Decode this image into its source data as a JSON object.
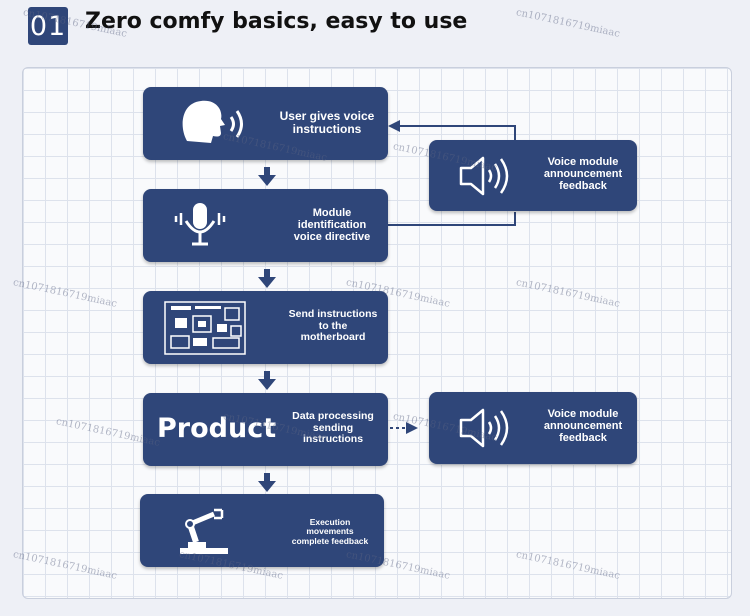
{
  "header": {
    "badge": "01",
    "title": "Zero comfy basics, easy to use"
  },
  "steps": [
    {
      "label": "User gives voice\ninstructions",
      "icon": "user-speaking-icon"
    },
    {
      "label": "Module\nidentification\nvoice directive",
      "icon": "microphone-icon"
    },
    {
      "label": "Send instructions\nto the\nmotherboard",
      "icon": "circuit-board-icon"
    },
    {
      "label": "Data processing\nsending\ninstructions",
      "product": "Product"
    },
    {
      "label": "Execution\nmovements\ncomplete feedback",
      "icon": "robotic-arm-icon"
    }
  ],
  "side_boxes": [
    {
      "label": "Voice module\nannouncement\nfeedback",
      "icon": "speaker-icon"
    },
    {
      "label": "Voice module\nannouncement\nfeedback",
      "icon": "speaker-icon"
    }
  ],
  "watermark": "cn1071816719miaac",
  "colors": {
    "box": "#2f4679",
    "arrow": "#2f4679",
    "background": "#eef0f6",
    "grid": "#dde2ec"
  }
}
